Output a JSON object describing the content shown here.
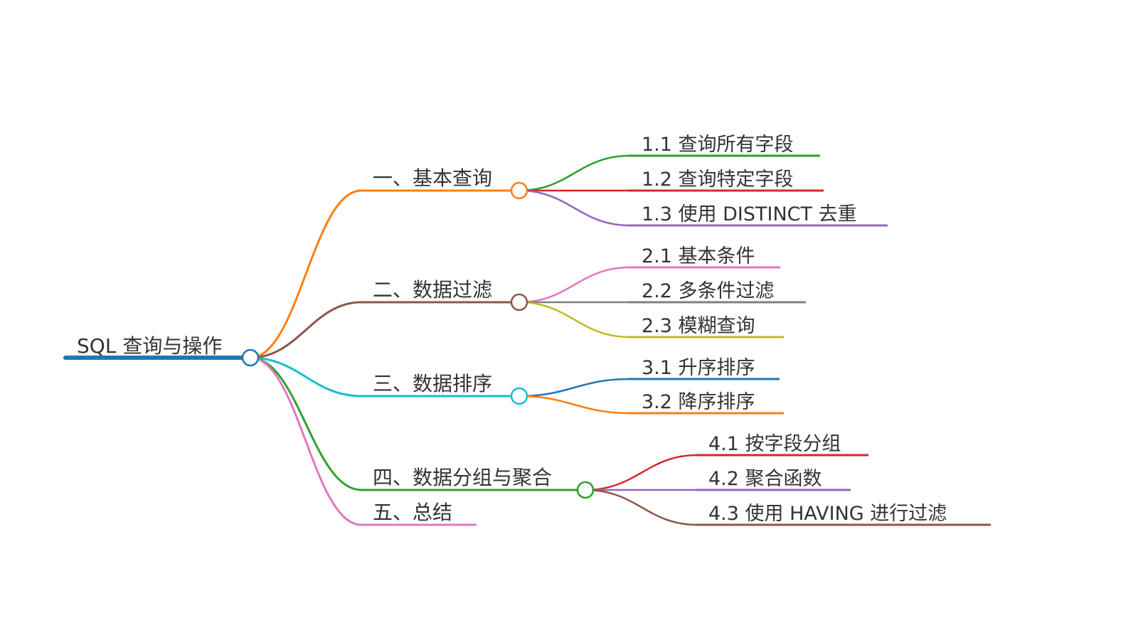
{
  "root": {
    "label": "SQL 查询与操作",
    "color": "#1f77b4"
  },
  "branches": [
    {
      "label": "一、基本查询",
      "color": "#ff7f0e",
      "children": [
        {
          "label": "1.1 查询所有字段",
          "color": "#2ca02c"
        },
        {
          "label": "1.2 查询特定字段",
          "color": "#d62728"
        },
        {
          "label": "1.3 使用 DISTINCT 去重",
          "color": "#9467bd"
        }
      ]
    },
    {
      "label": "二、数据过滤",
      "color": "#8c564b",
      "children": [
        {
          "label": "2.1 基本条件",
          "color": "#e377c2"
        },
        {
          "label": "2.2 多条件过滤",
          "color": "#7f7f7f"
        },
        {
          "label": "2.3 模糊查询",
          "color": "#bcbd22"
        }
      ]
    },
    {
      "label": "三、数据排序",
      "color": "#17becf",
      "children": [
        {
          "label": "3.1 升序排序",
          "color": "#1f77b4"
        },
        {
          "label": "3.2 降序排序",
          "color": "#ff7f0e"
        }
      ]
    },
    {
      "label": "四、数据分组与聚合",
      "color": "#2ca02c",
      "children": [
        {
          "label": "4.1 按字段分组",
          "color": "#d62728"
        },
        {
          "label": "4.2 聚合函数",
          "color": "#9467bd"
        },
        {
          "label": "4.3 使用 HAVING 进行过滤",
          "color": "#8c564b"
        }
      ]
    },
    {
      "label": "五、总结",
      "color": "#e377c2",
      "children": []
    }
  ]
}
